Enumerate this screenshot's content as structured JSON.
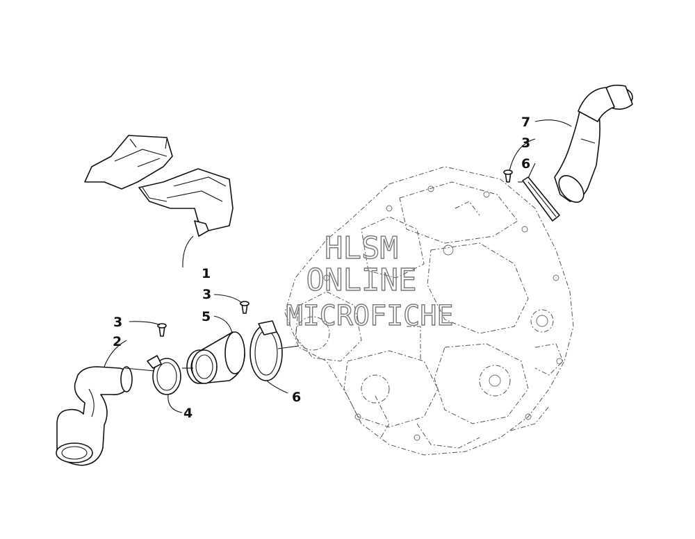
{
  "watermark": {
    "line1": "HLSM",
    "line2": "ONLINE",
    "line3": "MICROFICHE"
  },
  "callouts": {
    "part1": "1",
    "part2": "2",
    "part3_left": "3",
    "part3_mid": "3",
    "part3_right": "3",
    "part4": "4",
    "part5": "5",
    "part6_mid": "6",
    "part6_right": "6",
    "part7": "7"
  },
  "colors": {
    "line": "#111111",
    "engine_line": "#555555",
    "watermark": "#777777",
    "background": "#ffffff"
  }
}
